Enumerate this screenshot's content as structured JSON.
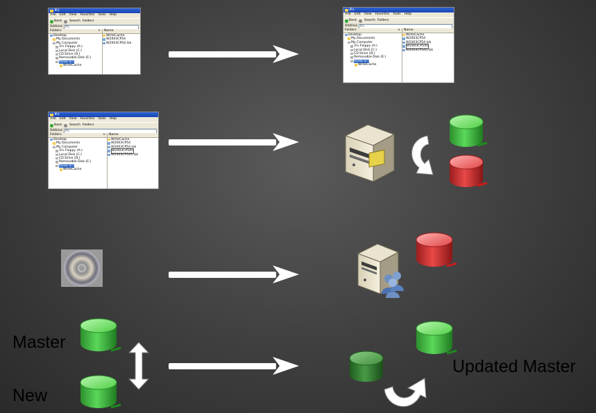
{
  "explorer": {
    "title": "F:\\",
    "menu": [
      "File",
      "Edit",
      "View",
      "Favorites",
      "Tools",
      "Help"
    ],
    "toolbar": [
      "Back",
      "Search",
      "Folders"
    ],
    "address_label": "Address",
    "address_value": "F:\\",
    "folders_header": "Folders",
    "name_header": "Name",
    "tree": [
      "Desktop",
      "My Documents",
      "My Computer",
      "3½ Floppy (A:)",
      "Local Disk (C:)",
      "CD Drive (D:)",
      "Removable Disk (E:)",
      "VDisk (F:)",
      "WriteCache"
    ],
    "panel1_files": [
      "WriteCache",
      "W2003CP54",
      "W2003CP54.lok"
    ],
    "panel2_files": [
      "WriteCache",
      "W2003CP54",
      "W2003CP54.lok",
      "W2003CP545",
      "W2003CP545.lok"
    ],
    "panel3_files": [
      "WriteCache",
      "W2003CP54",
      "W2003CP54.lok",
      "W2003CP545",
      "W2003CP545.lok"
    ]
  },
  "labels": {
    "master": "Master",
    "new": "New",
    "updated_master": "Updated Master"
  },
  "colors": {
    "background": "#3e3e3e",
    "green_disk": "#3fc23f",
    "red_disk": "#d83434",
    "arrow": "#ffffff"
  },
  "icons": [
    "explorer-window",
    "right-arrow",
    "server-icon",
    "database-green",
    "database-red",
    "curved-arrow-icon",
    "cd-disc-icon",
    "users-icon",
    "double-arrow-icon"
  ]
}
